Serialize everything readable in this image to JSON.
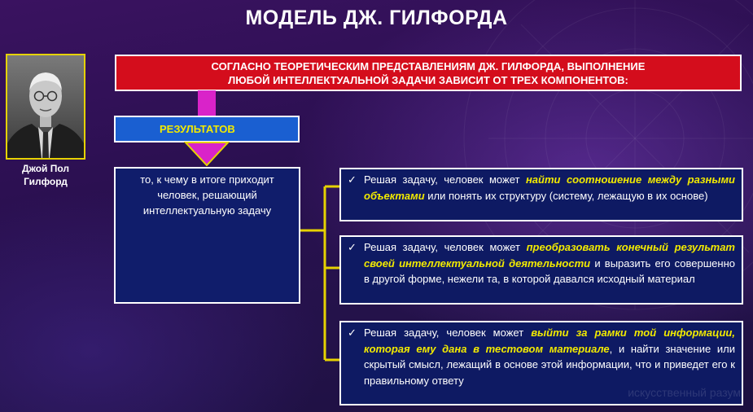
{
  "slide": {
    "title": "МОДЕЛЬ ДЖ. ГИЛФОРДА",
    "portrait_caption_line1": "Джой Пол",
    "portrait_caption_line2": "Гилфорд",
    "banner_line1": "СОГЛАСНО ТЕОРЕТИЧЕСКИМ ПРЕДСТАВЛЕНИЯМ ДЖ. ГИЛФОРДА, ВЫПОЛНЕНИЕ",
    "banner_line2": "ЛЮБОЙ ИНТЕЛЛЕКТУАЛЬНОЙ ЗАДАЧИ ЗАВИСИТ ОТ ТРЕХ КОМПОНЕНТОВ:",
    "component_label": "РЕЗУЛЬТАТОВ",
    "definition": "то, к чему в итоге приходит человек, решающий интеллектуальную задачу",
    "check_mark": "✓",
    "items": [
      {
        "before": "Решая задачу, человек может ",
        "highlight": "найти соотношение между разными объектами",
        "after": " или понять их структуру (систему, лежащую в их основе)"
      },
      {
        "before": "Решая задачу, человек может ",
        "highlight": "преобразовать конечный результат своей интеллектуальной деятельности",
        "after": " и выразить его совершенно в другой форме, нежели та, в которой давался исходный материал"
      },
      {
        "before": "Решая задачу, человек может ",
        "highlight": "выйти за рамки той информации, которая ему дана в тестовом материале",
        "after": ", и найти значение или скрытый смысл, лежащий в основе этой информации, что и приведет его к правильному ответу"
      }
    ],
    "watermark": "искусственный разум"
  },
  "colors": {
    "banner": "#d40d1c",
    "component_box": "#1a5fd1",
    "connector": "#e6d200",
    "arrow": "#d923c9",
    "text_box": "#101d6b",
    "highlight_text": "#f2ea00"
  },
  "icons": {
    "check": "check-mark-icon",
    "arrow": "down-arrow-icon"
  }
}
